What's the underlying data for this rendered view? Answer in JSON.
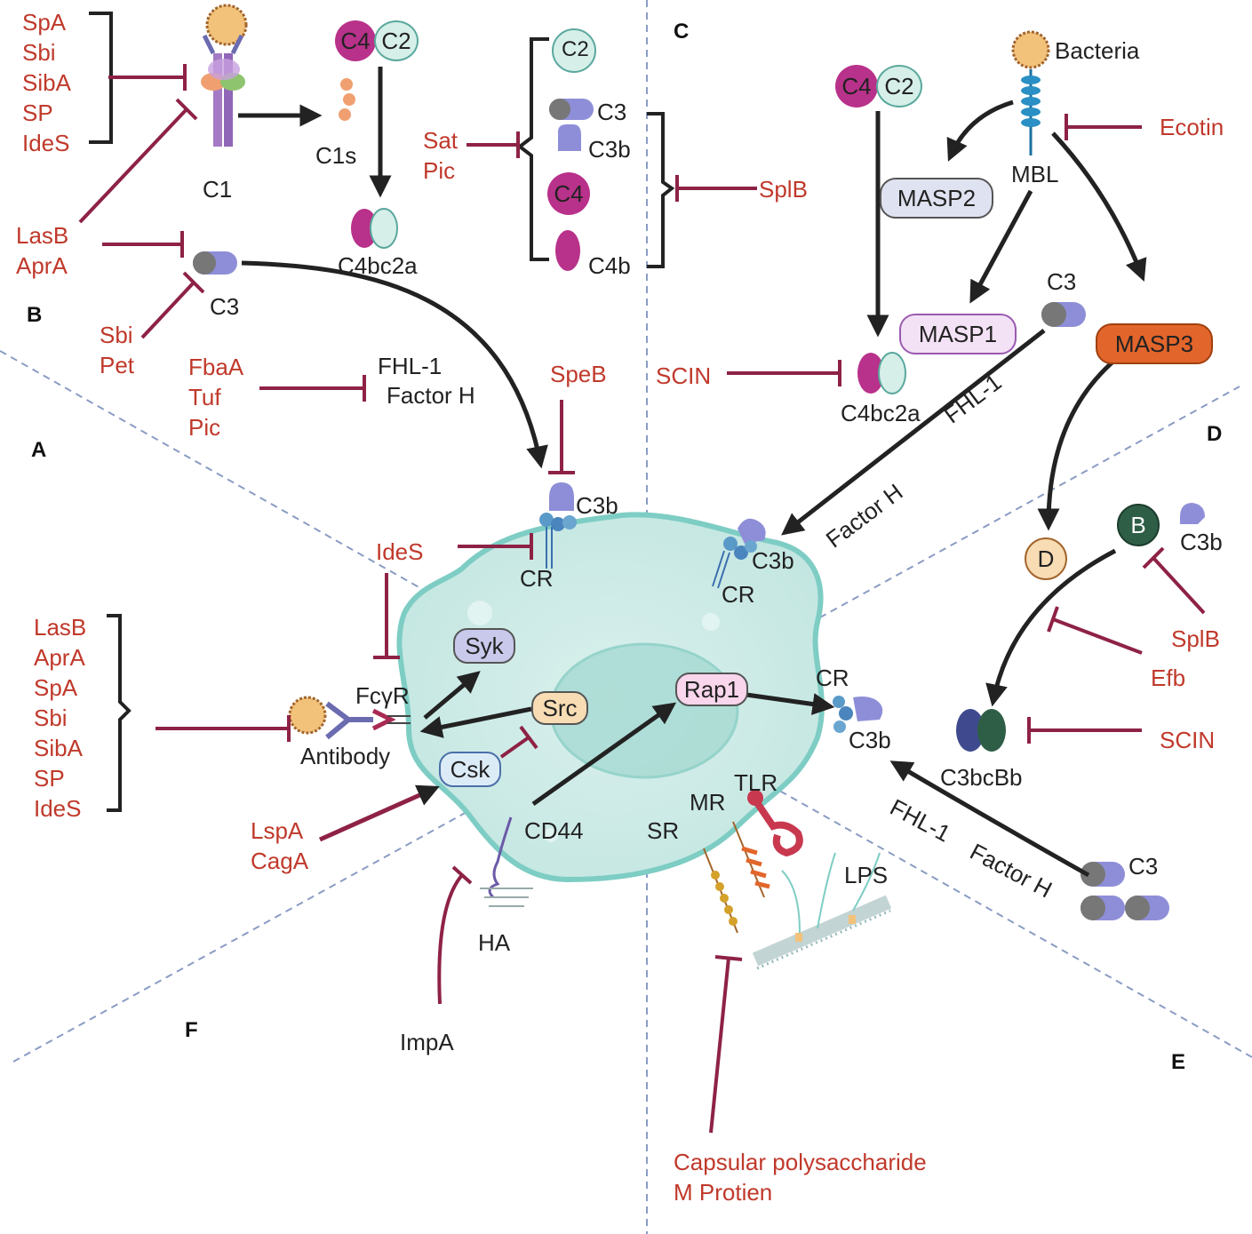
{
  "panels": {
    "a": "A",
    "b": "B",
    "c": "C",
    "d": "D",
    "e": "E",
    "f": "F"
  },
  "inhibitors": {
    "c1_group": [
      "SpA",
      "Sbi",
      "SibA",
      "SP",
      "IdeS"
    ],
    "lasb_aprA": [
      "LasB",
      "AprA"
    ],
    "sbi_pet": [
      "Sbi",
      "Pet"
    ],
    "fbaA_group": [
      "FbaA",
      "Tuf",
      "Pic"
    ],
    "sat_pic": [
      "Sat",
      "Pic"
    ],
    "splB_top": "SplB",
    "speB": "SpeB",
    "ideS_cr": "IdeS",
    "antibody_group": [
      "LasB",
      "AprA",
      "SpA",
      "Sbi",
      "SibA",
      "SP",
      "IdeS"
    ],
    "lspA_cagA": [
      "LspA",
      "CagA"
    ],
    "impA": "ImpA",
    "ecotin": "Ecotin",
    "scin_top": "SCIN",
    "splB_right": "SplB",
    "efb": "Efb",
    "scin_right": "SCIN",
    "capsular": [
      "Capsular polysaccharide",
      "M  Protien"
    ]
  },
  "labels": {
    "c4": "C4",
    "c2": "C2",
    "c1s": "C1s",
    "c1": "C1",
    "c4bc2a": "C4bc2a",
    "c3": "C3",
    "c3b": "C3b",
    "c4b": "C4b",
    "fhl1_factorh": [
      "FHL-1",
      "Factor H"
    ],
    "cr": "CR",
    "fcgr": "FcγR",
    "antibody": "Antibody",
    "syk": "Syk",
    "src": "Src",
    "csk": "Csk",
    "rap1": "Rap1",
    "cd44": "CD44",
    "ha": "HA",
    "sr": "SR",
    "mr": "MR",
    "tlr": "TLR",
    "lps": "LPS",
    "bacteria": "Bacteria",
    "mbl": "MBL",
    "masp1": "MASP1",
    "masp2": "MASP2",
    "masp3": "MASP3",
    "fhl1": "FHL-1",
    "factorh": "Factor H",
    "b": "B",
    "d": "D",
    "c3bcbb": "C3bcBb"
  },
  "colors": {
    "inhibitor": "#c0392b",
    "inhibitor_line": "#8e2245",
    "c4": "#b8318a",
    "c2": "#d6efe9",
    "c3": "#8e8ed8",
    "cell": "#cfeae6",
    "cell_border": "#7ecdc4",
    "masp3": "#e2652b",
    "masp1": "#f3e1f5",
    "masp2": "#dfe2f0",
    "factor_b": "#2f5e47",
    "factor_d": "#f7dcb4",
    "divider": "#8a9cc4"
  }
}
